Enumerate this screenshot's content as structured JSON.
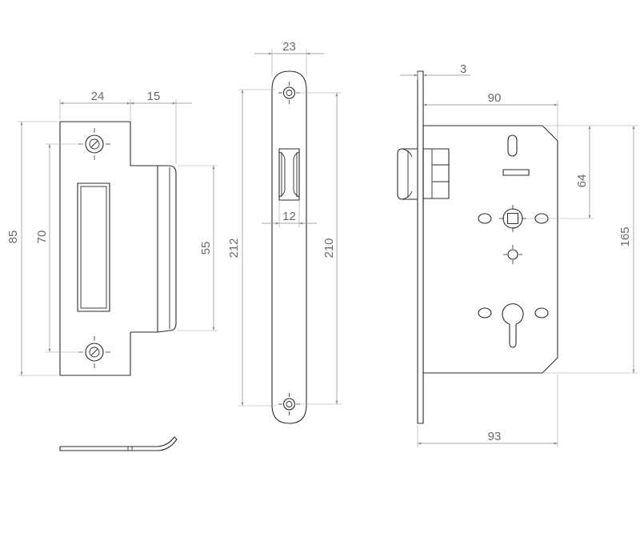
{
  "dimensions": {
    "strike_width": "24",
    "strike_lip": "15",
    "strike_height": "85",
    "strike_hole_spacing": "70",
    "strike_opening": "55",
    "faceplate_width": "23",
    "faceplate_latch": "12",
    "faceplate_height": "212",
    "faceplate_hole_spacing": "210",
    "forend_thickness": "3",
    "case_depth": "90",
    "spindle_offset": "64",
    "case_height": "165",
    "overall_depth": "93"
  }
}
